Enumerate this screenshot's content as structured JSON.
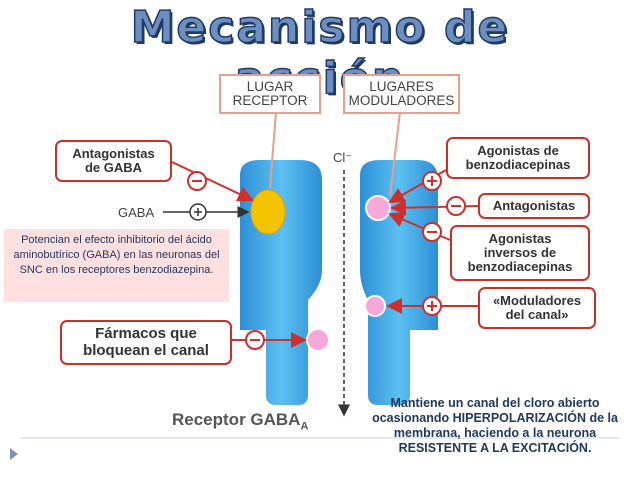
{
  "title": "Mecanismo de acción",
  "top_labels": {
    "receptor_site": "LUGAR\nRECEPTOR",
    "modulator_sites": "LUGARES\nMODULADORES"
  },
  "ion_label": "Cl⁻",
  "left_boxes": {
    "gaba_antagonists": "Antagonistas\nde GABA",
    "channel_blockers": "Fármacos que\nbloquean el canal"
  },
  "right_boxes": {
    "bzd_agonists": "Agonistas de\nbenzodiacepinas",
    "antagonists": "Antagonistas",
    "inverse_agonists": "Agonistas\ninversos de\nbenzodiacepinas",
    "channel_modulators": "«Moduladores\ndel canal»"
  },
  "gaba_label": "GABA",
  "receptor_label": "Receptor GABA",
  "receptor_subscript": "A",
  "note_left": "Potencian el efecto inhibitorio del ácido aminobutírico (GABA) en las neuronas del SNC en los receptores benzodiazepina.",
  "note_right": "Mantiene un canal del cloro abierto ocasionando HIPERPOLARIZACIÓN de la membrana, haciendo a la neurona RESISTENTE A LA EXCITACIÓN.",
  "colors": {
    "receptor": "#3aa8e6",
    "box_border": "#c9302c",
    "title_fill": "#6d8fbf",
    "gaba_site": "#f5c400",
    "modulator_site": "#f7a8d8"
  }
}
